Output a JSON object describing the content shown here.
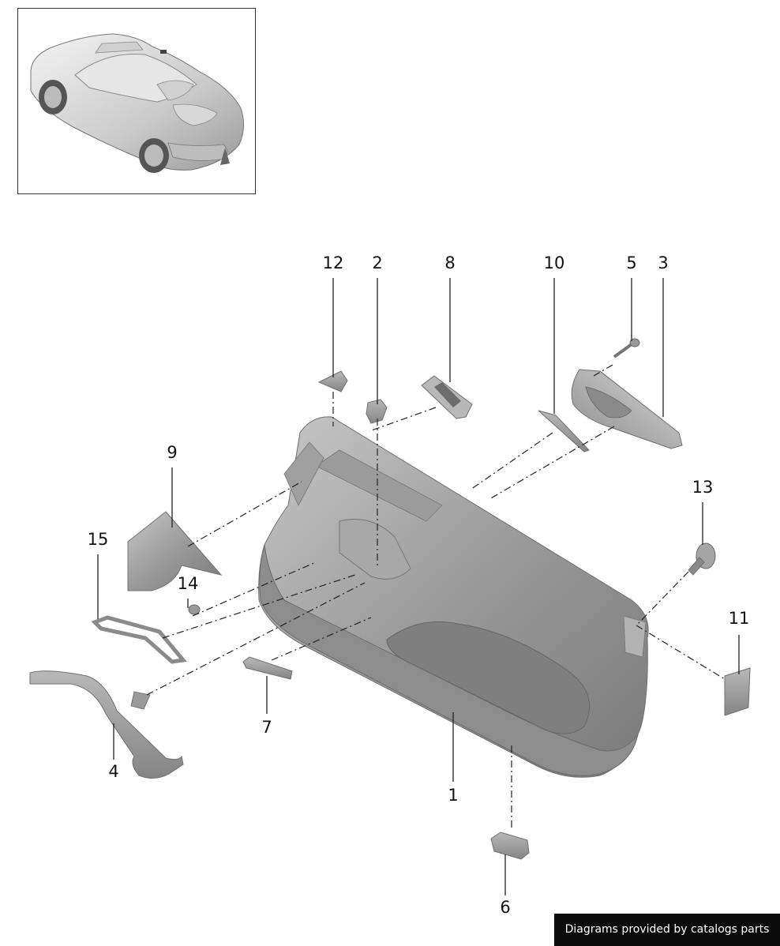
{
  "callouts": [
    {
      "id": "1",
      "label": "1"
    },
    {
      "id": "2",
      "label": "2"
    },
    {
      "id": "3",
      "label": "3"
    },
    {
      "id": "4",
      "label": "4"
    },
    {
      "id": "5",
      "label": "5"
    },
    {
      "id": "6",
      "label": "6"
    },
    {
      "id": "7",
      "label": "7"
    },
    {
      "id": "8",
      "label": "8"
    },
    {
      "id": "9",
      "label": "9"
    },
    {
      "id": "10",
      "label": "10"
    },
    {
      "id": "11",
      "label": "11"
    },
    {
      "id": "12",
      "label": "12"
    },
    {
      "id": "13",
      "label": "13"
    },
    {
      "id": "14",
      "label": "14"
    },
    {
      "id": "15",
      "label": "15"
    }
  ],
  "credit": "Diagrams provided by catalogs parts"
}
